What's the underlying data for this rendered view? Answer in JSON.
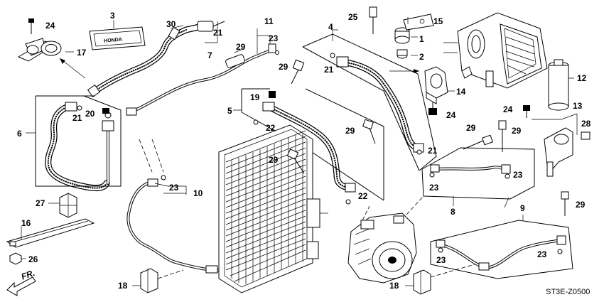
{
  "diagram": {
    "code": "ST3E-Z0500",
    "fr_label": "FR.",
    "label_plate": "HONDA",
    "callouts": [
      {
        "id": "c1",
        "text": "1"
      },
      {
        "id": "c2",
        "text": "2"
      },
      {
        "id": "c3",
        "text": "3"
      },
      {
        "id": "c4",
        "text": "4"
      },
      {
        "id": "c5",
        "text": "5"
      },
      {
        "id": "c6",
        "text": "6"
      },
      {
        "id": "c7",
        "text": "7"
      },
      {
        "id": "c8",
        "text": "8"
      },
      {
        "id": "c9",
        "text": "9"
      },
      {
        "id": "c10",
        "text": "10"
      },
      {
        "id": "c11",
        "text": "11"
      },
      {
        "id": "c12",
        "text": "12"
      },
      {
        "id": "c13",
        "text": "13"
      },
      {
        "id": "c14",
        "text": "14"
      },
      {
        "id": "c15",
        "text": "15"
      },
      {
        "id": "c16",
        "text": "16"
      },
      {
        "id": "c17",
        "text": "17"
      },
      {
        "id": "c18a",
        "text": "18"
      },
      {
        "id": "c18b",
        "text": "18"
      },
      {
        "id": "c19",
        "text": "19"
      },
      {
        "id": "c20",
        "text": "20"
      },
      {
        "id": "c21a",
        "text": "21"
      },
      {
        "id": "c21b",
        "text": "21"
      },
      {
        "id": "c21c",
        "text": "21"
      },
      {
        "id": "c21d",
        "text": "21"
      },
      {
        "id": "c22a",
        "text": "22"
      },
      {
        "id": "c22b",
        "text": "22"
      },
      {
        "id": "c23a",
        "text": "23"
      },
      {
        "id": "c23b",
        "text": "23"
      },
      {
        "id": "c23c",
        "text": "23"
      },
      {
        "id": "c23d",
        "text": "23"
      },
      {
        "id": "c23e",
        "text": "23"
      },
      {
        "id": "c23f",
        "text": "23"
      },
      {
        "id": "c24a",
        "text": "24"
      },
      {
        "id": "c24b",
        "text": "24"
      },
      {
        "id": "c24c",
        "text": "24"
      },
      {
        "id": "c25",
        "text": "25"
      },
      {
        "id": "c26",
        "text": "26"
      },
      {
        "id": "c27",
        "text": "27"
      },
      {
        "id": "c28",
        "text": "28"
      },
      {
        "id": "c29a",
        "text": "29"
      },
      {
        "id": "c29b",
        "text": "29"
      },
      {
        "id": "c29c",
        "text": "29"
      },
      {
        "id": "c29d",
        "text": "29"
      },
      {
        "id": "c29e",
        "text": "29"
      },
      {
        "id": "c29f",
        "text": "29"
      },
      {
        "id": "c29g",
        "text": "29"
      },
      {
        "id": "c30",
        "text": "30"
      }
    ]
  }
}
